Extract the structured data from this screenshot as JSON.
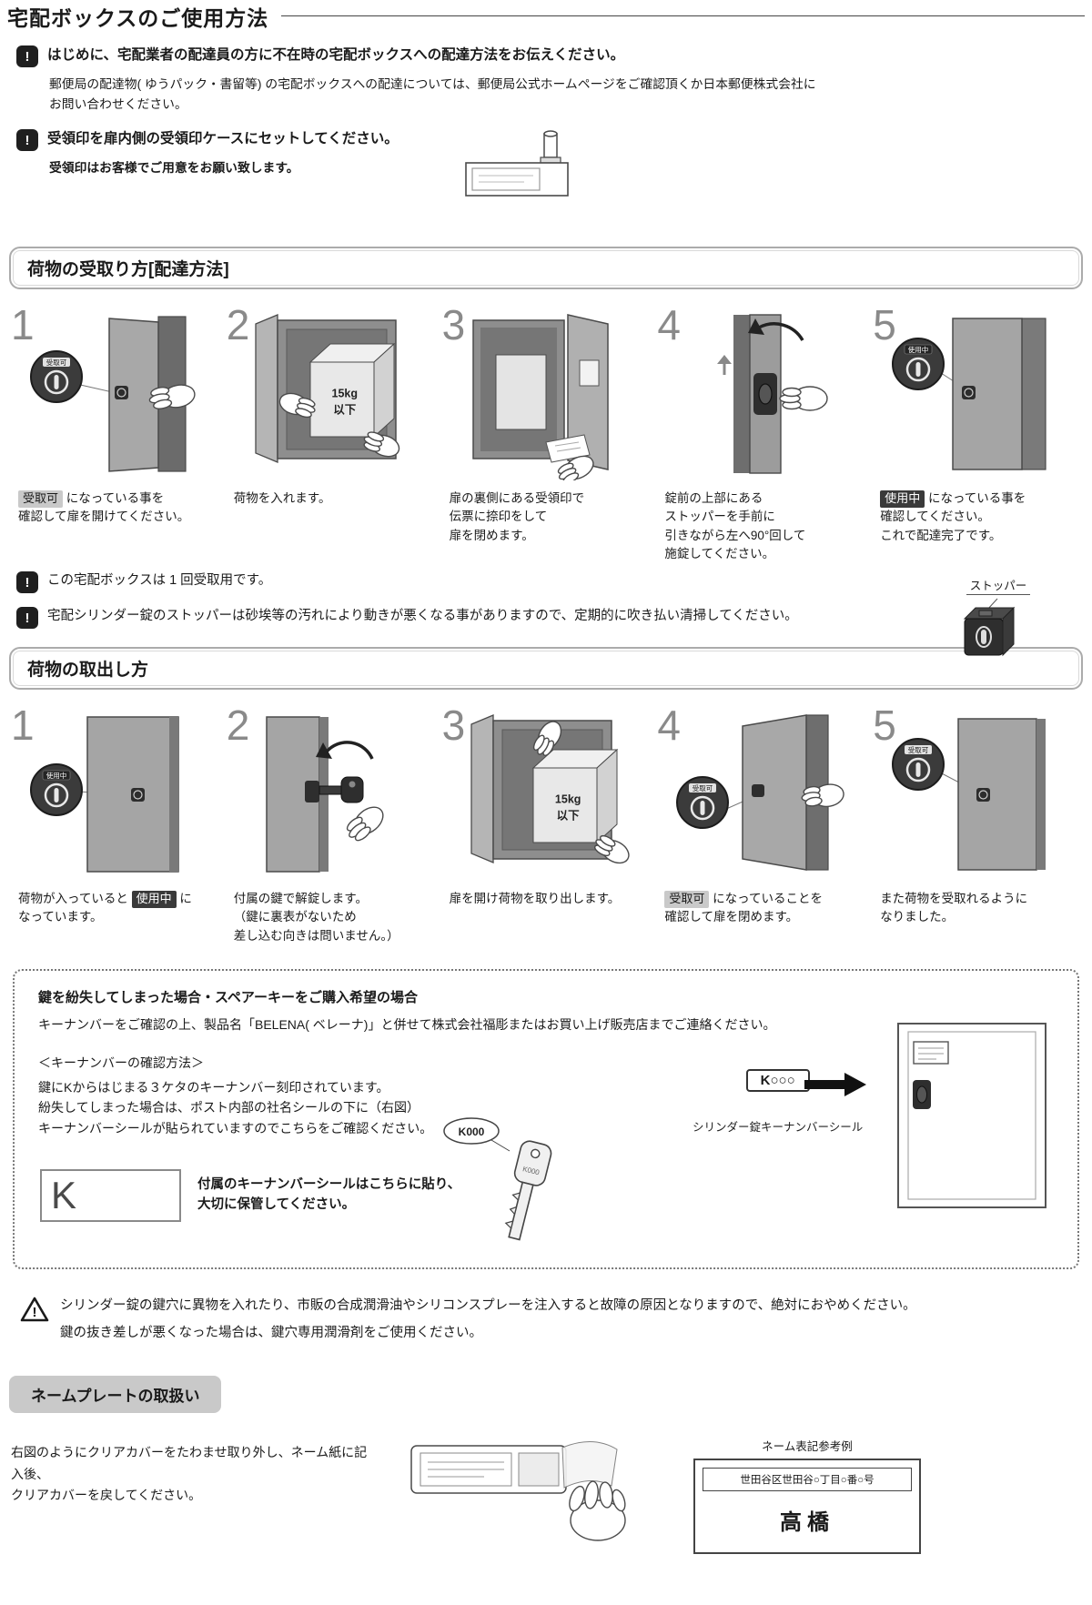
{
  "icons": {
    "note_mark": "!",
    "warning_mark": "!"
  },
  "page_title": "宅配ボックスのご使用方法",
  "top_notes": {
    "note1_heading": "はじめに、宅配業者の配達員の方に不在時の宅配ボックスへの配達方法をお伝えください。",
    "note1_body": "郵便局の配達物( ゆうパック・書留等) の宅配ボックスへの配達については、郵便局公式ホームページをご確認頂くか日本郵便株式会社に\nお問い合わせください。",
    "note2_heading": "受領印を扉内側の受領印ケースにセットしてください。",
    "note2_body": "受領印はお客様でご用意をお願い致します。"
  },
  "lock_labels": {
    "available": "受取可",
    "in_use": "使用中"
  },
  "package_label": "15kg\n以下",
  "receive": {
    "title": "荷物の受取り方[配達方法]",
    "steps": [
      {
        "num": "1",
        "pre": "",
        "badge": "受取可",
        "post": " になっている事を\n確認して扉を開けてください。"
      },
      {
        "num": "2",
        "pre": "荷物を入れます。",
        "badge": "",
        "post": ""
      },
      {
        "num": "3",
        "pre": "扉の裏側にある受領印で\n伝票に捺印をして\n扉を閉めます。",
        "badge": "",
        "post": ""
      },
      {
        "num": "4",
        "pre": "錠前の上部にある\nストッパーを手前に\n引きながら左へ90°回して\n施錠してください。",
        "badge": "",
        "post": ""
      },
      {
        "num": "5",
        "pre": "",
        "badge": "使用中",
        "post": " になっている事を\n確認してください。\nこれで配達完了です。"
      }
    ],
    "note_single": "この宅配ボックスは 1 回受取用です。",
    "note_stopper": "宅配シリンダー錠のストッパーは砂埃等の汚れにより動きが悪くなる事がありますので、定期的に吹き払い清掃してください。",
    "stopper_label": "ストッパー"
  },
  "takeout": {
    "title": "荷物の取出し方",
    "steps": [
      {
        "num": "1",
        "pre": "荷物が入っていると ",
        "badge": "使用中",
        "post": " に\nなっています。"
      },
      {
        "num": "2",
        "pre": "付属の鍵で解錠します。\n（鍵に裏表がないため\n差し込む向きは問いません。）",
        "badge": "",
        "post": ""
      },
      {
        "num": "3",
        "pre": "扉を開け荷物を取り出します。",
        "badge": "",
        "post": ""
      },
      {
        "num": "4",
        "pre": "",
        "badge": "受取可",
        "post": " になっていることを\n確認して扉を閉めます。"
      },
      {
        "num": "5",
        "pre": "また荷物を受取れるように\nなりました。",
        "badge": "",
        "post": ""
      }
    ]
  },
  "keys": {
    "title": "鍵を紛失してしまった場合・スペアーキーをご購入希望の場合",
    "body": "キーナンバーをご確認の上、製品名「BELENA( ベレーナ)」と併せて株式会社福彫またはお買い上げ販売店までご連絡ください。",
    "method_title": "＜キーナンバーの確認方法＞",
    "method_lines": "鍵にKからはじまる３ケタのキーナンバー刻印されています。\n紛失してしまった場合は、ポスト内部の社名シールの下に（右図）\nキーナンバーシールが貼られていますのでこちらをご確認ください。",
    "key_callout": "K000",
    "key_engraving": "K000",
    "seal_label": "K○○○",
    "seal_caption": "シリンダー錠キーナンバーシール",
    "big_k": "K",
    "sticker_note": "付属のキーナンバーシールはこちらに貼り、\n大切に保管してください。"
  },
  "warning": {
    "line1": "シリンダー錠の鍵穴に異物を入れたり、市販の合成潤滑油やシリコンスプレーを注入すると故障の原因となりますので、絶対におやめください。",
    "line2": "鍵の抜き差しが悪くなった場合は、鍵穴専用潤滑剤をご使用ください。"
  },
  "nameplate": {
    "title": "ネームプレートの取扱い",
    "body": "右図のようにクリアカバーをたわませ取り外し、ネーム紙に記入後、\nクリアカバーを戻してください。",
    "example_caption": "ネーム表記参考例",
    "example_address": "世田谷区世田谷○丁目○番○号",
    "example_name": "高橋"
  }
}
